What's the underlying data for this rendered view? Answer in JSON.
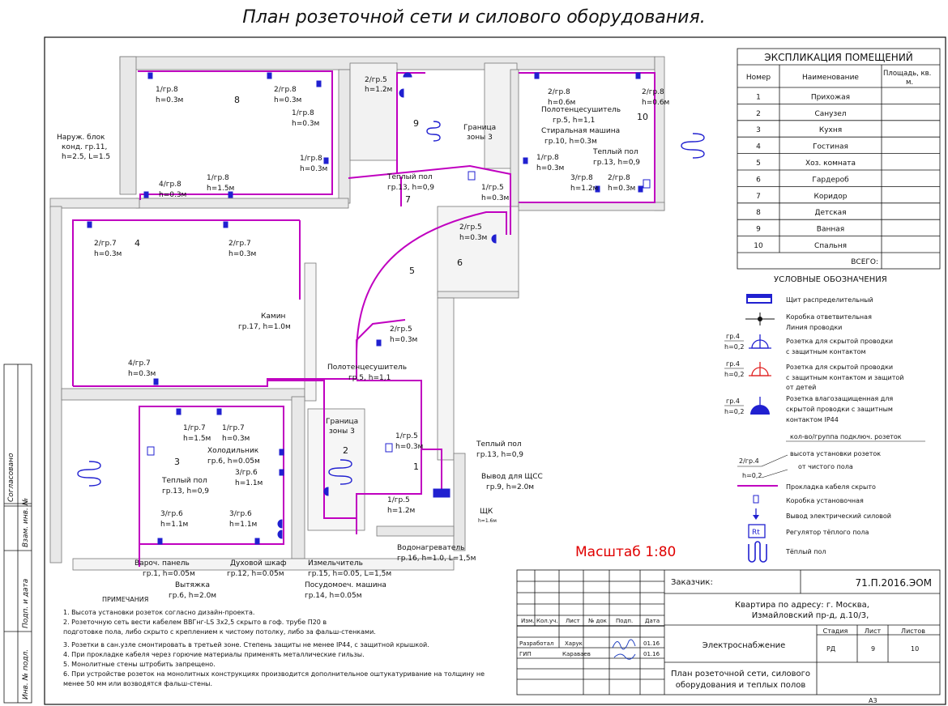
{
  "colors": {
    "cable": "#c000c0",
    "socket": "#2020d0",
    "scale": "#e00000",
    "wall": "#e8e8e8"
  },
  "title": "План розеточной сети и силового оборудования.",
  "rooms_numbers": [
    "1",
    "2",
    "3",
    "4",
    "5",
    "6",
    "7",
    "8",
    "9",
    "10"
  ],
  "labels": {
    "r8a": [
      "1/гр.8",
      "h=0.3м"
    ],
    "r8b": [
      "2/гр.8",
      "h=0.3м"
    ],
    "r8c": [
      "1/гр.8",
      "h=0.3м"
    ],
    "r8d": [
      "1/гр.8",
      "h=0.3м"
    ],
    "r8e": [
      "1/гр.8",
      "h=1.5м"
    ],
    "r8f": [
      "4/гр.8",
      "h=0.3м"
    ],
    "nar": [
      "Наруж. блок",
      "конд. гр.11,",
      "h=2.5, L=1.5"
    ],
    "b9a": [
      "2/гр.5",
      "h=1.2м"
    ],
    "b9b": [
      "Полотенцесушитель",
      "гр.5, h=1,1"
    ],
    "b9c": [
      "Стиральная машина",
      "гр.10, h=0.3м"
    ],
    "b9zone": [
      "Граница",
      "зоны 3"
    ],
    "c7a": [
      "Теплый пол",
      "гр.13, h=0,9"
    ],
    "c7b": [
      "1/гр.5",
      "h=0.3м"
    ],
    "s10a": [
      "2/гр.8",
      "h=0.6м"
    ],
    "s10b": [
      "2/гр.8",
      "h=0.6м"
    ],
    "s10c": [
      "1/гр.8",
      "h=0.3м"
    ],
    "s10d": [
      "Теплый пол",
      "гр.13, h=0,9"
    ],
    "s10e": [
      "3/гр.8",
      "h=1.2м"
    ],
    "s10f": [
      "2/гр.8",
      "h=0.3м"
    ],
    "g4a": [
      "2/гр.7",
      "h=0.3м"
    ],
    "g4b": [
      "2/гр.7",
      "h=0.3м"
    ],
    "g4c": [
      "4/гр.7",
      "h=0.3м"
    ],
    "kamin": [
      "Камин",
      "гр.17, h=1.0м"
    ],
    "g6": [
      "2/гр.5",
      "h=0.3м"
    ],
    "k5": [
      "2/гр.5",
      "h=0.3м"
    ],
    "pol2": [
      "Полотенцесушитель",
      "гр.5, h=1,1"
    ],
    "zone2": [
      "Граница",
      "зоны 3"
    ],
    "k3a": [
      "1/гр.7",
      "h=1.5м"
    ],
    "k3b": [
      "1/гр.7",
      "h=0.3м"
    ],
    "k3c": [
      "Холодильник",
      "гр.6, h=0.05м"
    ],
    "k3d": [
      "3/гр.6",
      "h=1.1м"
    ],
    "k3e": [
      "Теплый пол",
      "гр.13, h=0,9"
    ],
    "k3f": [
      "3/гр.6",
      "h=1.1м"
    ],
    "k3g": [
      "3/гр.6",
      "h=1.1м"
    ],
    "p1a": [
      "1/гр.5",
      "h=0.3м"
    ],
    "p1b": [
      "Теплый пол",
      "гр.13, h=0,9"
    ],
    "p1c": [
      "Вывод для ЩСС",
      "гр.9, h=2.0м"
    ],
    "p1d": [
      "1/гр.5",
      "h=1.2м"
    ],
    "shk": [
      "ЩК",
      "h=1.6м"
    ],
    "var": [
      "Вароч. панель",
      "гр.1, h=0.05м"
    ],
    "vyt": [
      "Вытяжка",
      "гр.6, h=2.0м"
    ],
    "duh": [
      "Духовой шкаф",
      "гр.12, h=0.05м"
    ],
    "izm": [
      "Измельчитель",
      "гр.15, h=0.05, L=1,5м"
    ],
    "pos": [
      "Посудомоеч. машина",
      "гр.14, h=0.05м"
    ],
    "vod": [
      "Водонагреватель",
      "гр.16, h=1.0, L=1,5м"
    ]
  },
  "scale": "Масштаб 1:80",
  "explication": {
    "title": "ЭКСПЛИКАЦИЯ ПОМЕЩЕНИЙ",
    "headers": [
      "Номер",
      "Наименование",
      "Площадь, кв. м."
    ],
    "rows": [
      [
        "1",
        "Прихожая"
      ],
      [
        "2",
        "Санузел"
      ],
      [
        "3",
        "Кухня"
      ],
      [
        "4",
        "Гостиная"
      ],
      [
        "5",
        "Хоз. комната"
      ],
      [
        "6",
        "Гардероб"
      ],
      [
        "7",
        "Коридор"
      ],
      [
        "8",
        "Детская"
      ],
      [
        "9",
        "Ванная"
      ],
      [
        "10",
        "Спальня"
      ]
    ],
    "total": "ВСЕГО:"
  },
  "legend": {
    "title": "УСЛОВНЫЕ ОБОЗНАЧЕНИЯ",
    "items": [
      "Щит распределительный",
      "Коробка ответвительная",
      "Линия проводки",
      "Розетка для скрытой проводки",
      "с защитным контактом",
      "Розетка для скрытой проводки",
      "с защитным контактом и защитой",
      "от детей",
      "Розетка влагозащищенная для",
      "скрытой проводки с защитным",
      "контактом IP44",
      "кол-во/группа подключ. розеток",
      "высота установки розеток",
      "от чистого пола",
      "Прокладка кабеля скрыто",
      "Коробка установочная",
      "Вывод электрический силовой",
      "Регулятор тёплого пола",
      "Тёплый пол"
    ],
    "sym_gr": "гр.4",
    "sym_h": "h=0,2",
    "sym_gr2": "2/гр.4",
    "rt": "Rt"
  },
  "notes": {
    "title": "ПРИМЕЧАНИЯ",
    "items": [
      "1.   Высота установки розеток согласно дизайн-проекта.",
      "2.   Розеточную сеть вести кабелем ВВГнг-LS 3х2,5 скрыто в гоф. трубе П20 в",
      "      подготовке пола, либо скрыто с креплением к чистому потолку, либо за фальш-стенками.",
      "3.   Розетки в сан.узле смонтировать в третьей зоне. Степень защиты не менее IP44, с защитной крышкой.",
      "4.   При прокладке кабеля через горючие материалы применять металлические гильзы.",
      "5.   Монолитные стены штробить запрещено.",
      "6.   При устройстве розеток на монолитных конструкциях производится дополнительное оштукатуривание на толщину не",
      "      менее 50 мм или возводятся фальш-стены."
    ]
  },
  "side": {
    "approved": "Согласовано",
    "f1": "Взам. инв. №",
    "f2": "Подп. и дата",
    "f3": "Инв. № подл."
  },
  "stamp": {
    "customer_label": "Заказчик:",
    "code": "71.П.2016.ЭОМ",
    "address1": "Квартира по адресу:  г. Москва,",
    "address2": "Измайловский пр-д, д.10/3,",
    "cols": [
      "Изм.",
      "Кол.уч.",
      "Лист",
      "№ док",
      "Подп.",
      "Дата"
    ],
    "dev_label": "Разработал",
    "dev_name": "Харук",
    "dev_date": "01.16",
    "gip_label": "ГИП",
    "gip_name": "Караваев",
    "gip_date": "01.16",
    "section": "Электроснабжение",
    "stage_label": "Стадия",
    "sheet_label": "Лист",
    "sheets_label": "Листов",
    "stage": "РД",
    "sheet": "9",
    "sheets": "10",
    "drawing1": "План розеточной сети, силового",
    "drawing2": "оборудования и теплых полов",
    "format": "А3"
  }
}
